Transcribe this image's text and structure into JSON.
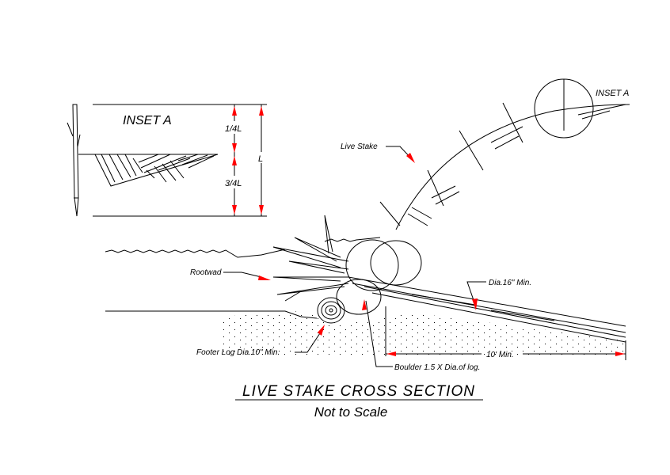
{
  "drawing": {
    "inset": {
      "title": "INSET A",
      "quarter_label": "1/4L",
      "three_quarter_label": "3/4L",
      "length_label": "L"
    },
    "inset_callout": "INSET A",
    "labels": {
      "live_stake": "Live Stake",
      "rootwad": "Rootwad",
      "log_dia": "Dia.16\" Min.",
      "footer_log": "Footer Log Dia.10\" Min.",
      "boulder": "Boulder 1.5 X Dia.of log.",
      "length_min": "10' Min."
    },
    "title": "LIVE STAKE CROSS SECTION",
    "subtitle": "Not to Scale",
    "colors": {
      "arrow": "#ff0000",
      "line": "#000000"
    }
  }
}
